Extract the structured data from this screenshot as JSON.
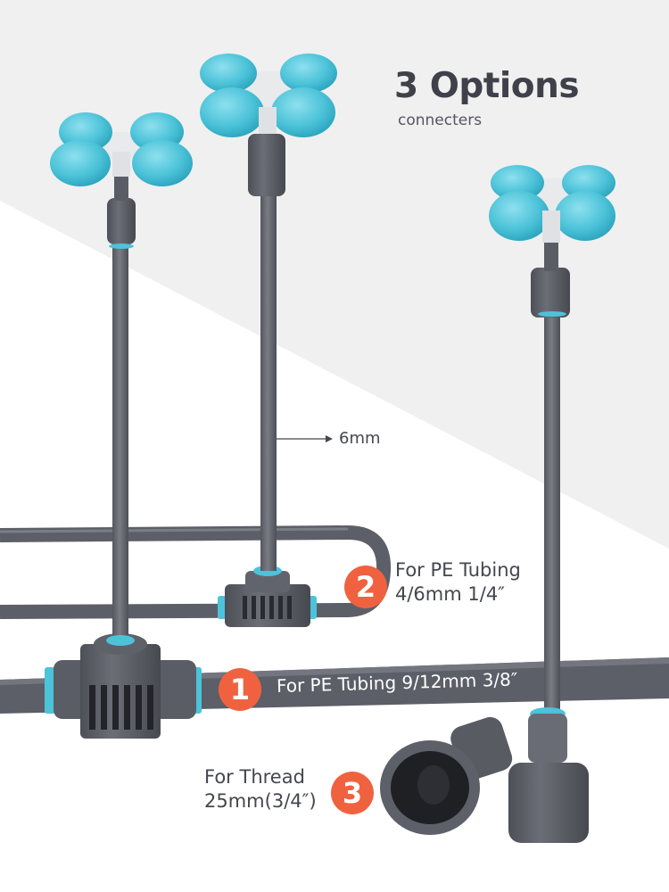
{
  "header": {
    "title": "3 Options",
    "subtitle": "connecters"
  },
  "annotations": {
    "tube_diameter": "6mm"
  },
  "options": [
    {
      "number": "1",
      "line1": "For PE Tubing 9/12mm 3/8″"
    },
    {
      "number": "2",
      "line1": "For PE Tubing",
      "line2": "4/6mm 1/4″"
    },
    {
      "number": "3",
      "line1": "For Thread",
      "line2": "25mm(3/4″)"
    }
  ],
  "colors": {
    "badge": "#f0623f",
    "fitting_gray": "#5e6069",
    "nozzle_cyan": "#4cc3d9",
    "background_gray": "#f0f0f1",
    "text": "#45464f"
  }
}
